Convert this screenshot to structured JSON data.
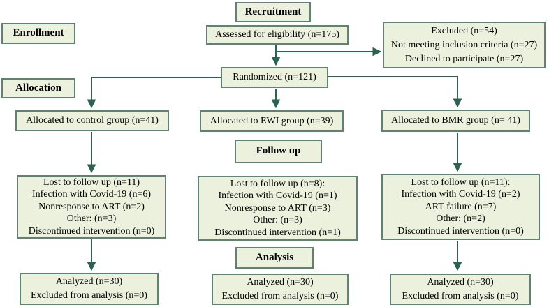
{
  "colors": {
    "box_fill": "#ecf1de",
    "box_border": "#5f8273",
    "arrow": "#2d6152",
    "text": "#000000"
  },
  "stages": {
    "recruitment": "Recruitment",
    "enrollment": "Enrollment",
    "allocation": "Allocation",
    "follow_up": "Follow up",
    "analysis": "Analysis"
  },
  "nodes": {
    "assessed": "Assessed for eligibility (n=175)",
    "excluded": [
      "Excluded (n=54)",
      "Not meeting inclusion criteria (n=27)",
      "Declined to participate (n=27)"
    ],
    "randomized": "Randomized (n=121)",
    "allocated_control": "Allocated to control group (n=41)",
    "allocated_ewi": "Allocated to EWI group (n=39)",
    "allocated_bmr": "Allocated to BMR group (n= 41)",
    "followup_control": [
      "Lost to follow up (n=11)",
      "Infection with Covid-19 (n=6)",
      "Nonresponse to ART (n=2)",
      "Other: (n=3)",
      "Discontinued intervention (n=0)"
    ],
    "followup_ewi": [
      "Lost to follow up (n=8):",
      "Infection with Covid-19 (n=1)",
      "Nonresponse to ART (n=3)",
      "Other: (n=3)",
      "Discontinued intervention (n=1)"
    ],
    "followup_bmr": [
      "Lost to follow up (n=11):",
      "Infection with Covid-19 (n=2)",
      "ART failure (n=7)",
      "Other: (n=2)",
      "Discontinued intervention (n=0)"
    ],
    "analysis_control": [
      "Analyzed (n=30)",
      "Excluded from analysis (n=0)"
    ],
    "analysis_ewi": [
      "Analyzed (n=30)",
      "Excluded from analysis (n=0)"
    ],
    "analysis_bmr": [
      "Analyzed (n=30)",
      "Excluded from analysis (n=0)"
    ]
  }
}
